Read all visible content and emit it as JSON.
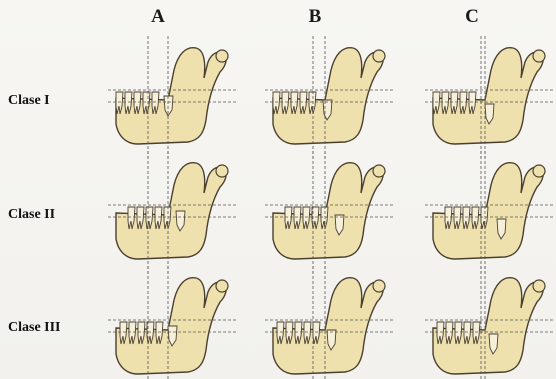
{
  "columns": [
    {
      "id": "A",
      "label": "A"
    },
    {
      "id": "B",
      "label": "B"
    },
    {
      "id": "C",
      "label": "C"
    }
  ],
  "rows": [
    {
      "id": "clase-1",
      "label": "Clase I"
    },
    {
      "id": "clase-2",
      "label": "Clase II"
    },
    {
      "id": "clase-3",
      "label": "Clase III"
    }
  ],
  "colors": {
    "bone_fill": "#efe1ad",
    "bone_stroke": "#4a4030",
    "tooth_fill": "#f6f0da",
    "guide_line": "#555555",
    "background": "#f4f3ef"
  }
}
